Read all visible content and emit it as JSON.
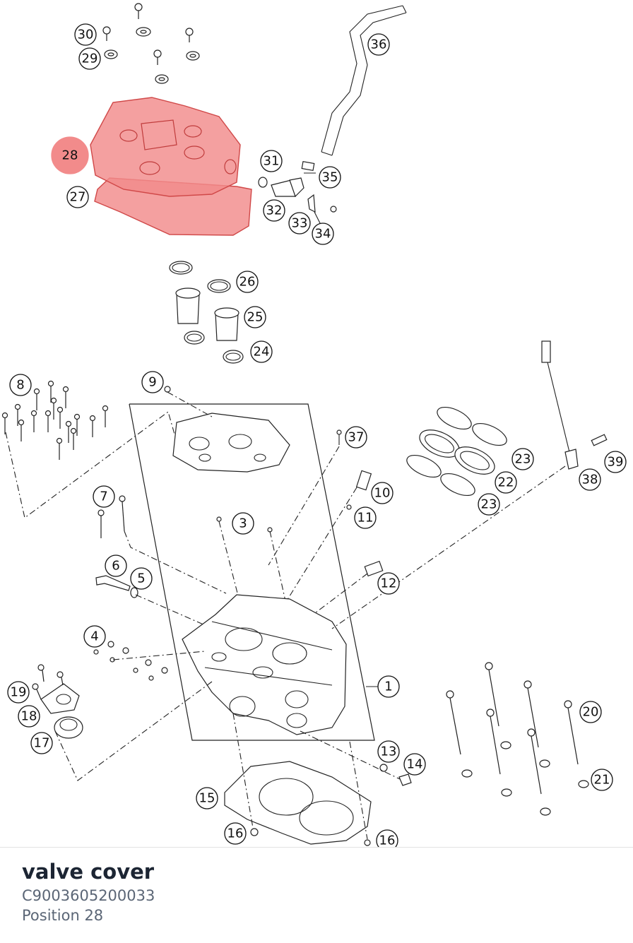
{
  "diagram": {
    "selected": "28",
    "highlight_color": "#f28b8b",
    "labels": [
      "1",
      "3",
      "4",
      "5",
      "6",
      "7",
      "8",
      "9",
      "10",
      "11",
      "12",
      "13",
      "14",
      "15",
      "16",
      "16",
      "17",
      "18",
      "19",
      "20",
      "21",
      "22",
      "23",
      "23",
      "24",
      "25",
      "26",
      "27",
      "28",
      "29",
      "30",
      "31",
      "32",
      "33",
      "34",
      "35",
      "36",
      "37",
      "38",
      "39"
    ]
  },
  "part": {
    "name": "valve cover",
    "number": "C9003605200033",
    "position": "Position 28"
  }
}
